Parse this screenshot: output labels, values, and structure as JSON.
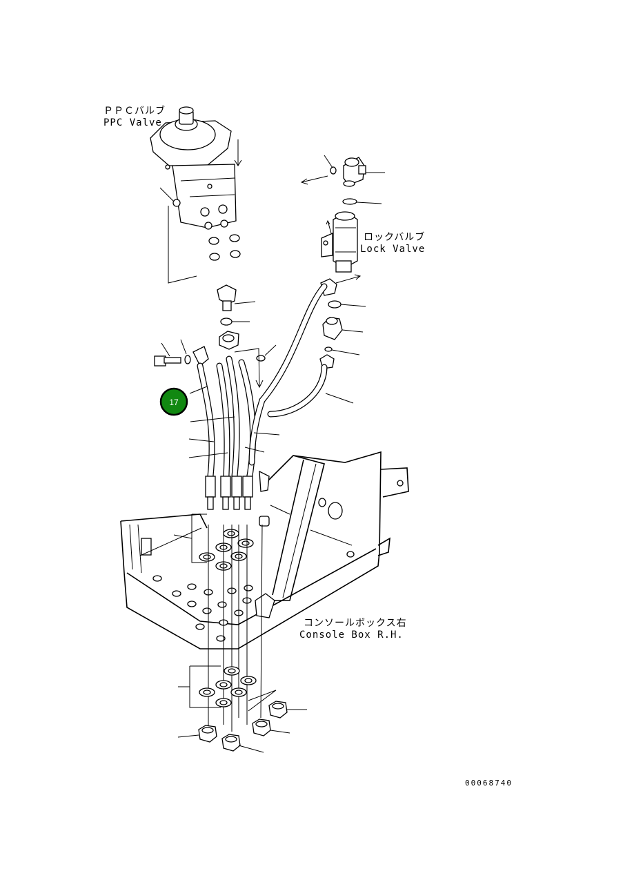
{
  "labels": {
    "ppc_valve_jp": "ＰＰＣバルブ",
    "ppc_valve_en": "PPC Valve",
    "lock_valve_jp": "ロックバルブ",
    "lock_valve_en": "Lock Valve",
    "console_box_jp": "コンソールボックス右",
    "console_box_en": "Console Box R.H."
  },
  "callout": {
    "number": "17",
    "color": "#118811"
  },
  "drawing_number": "00068740"
}
